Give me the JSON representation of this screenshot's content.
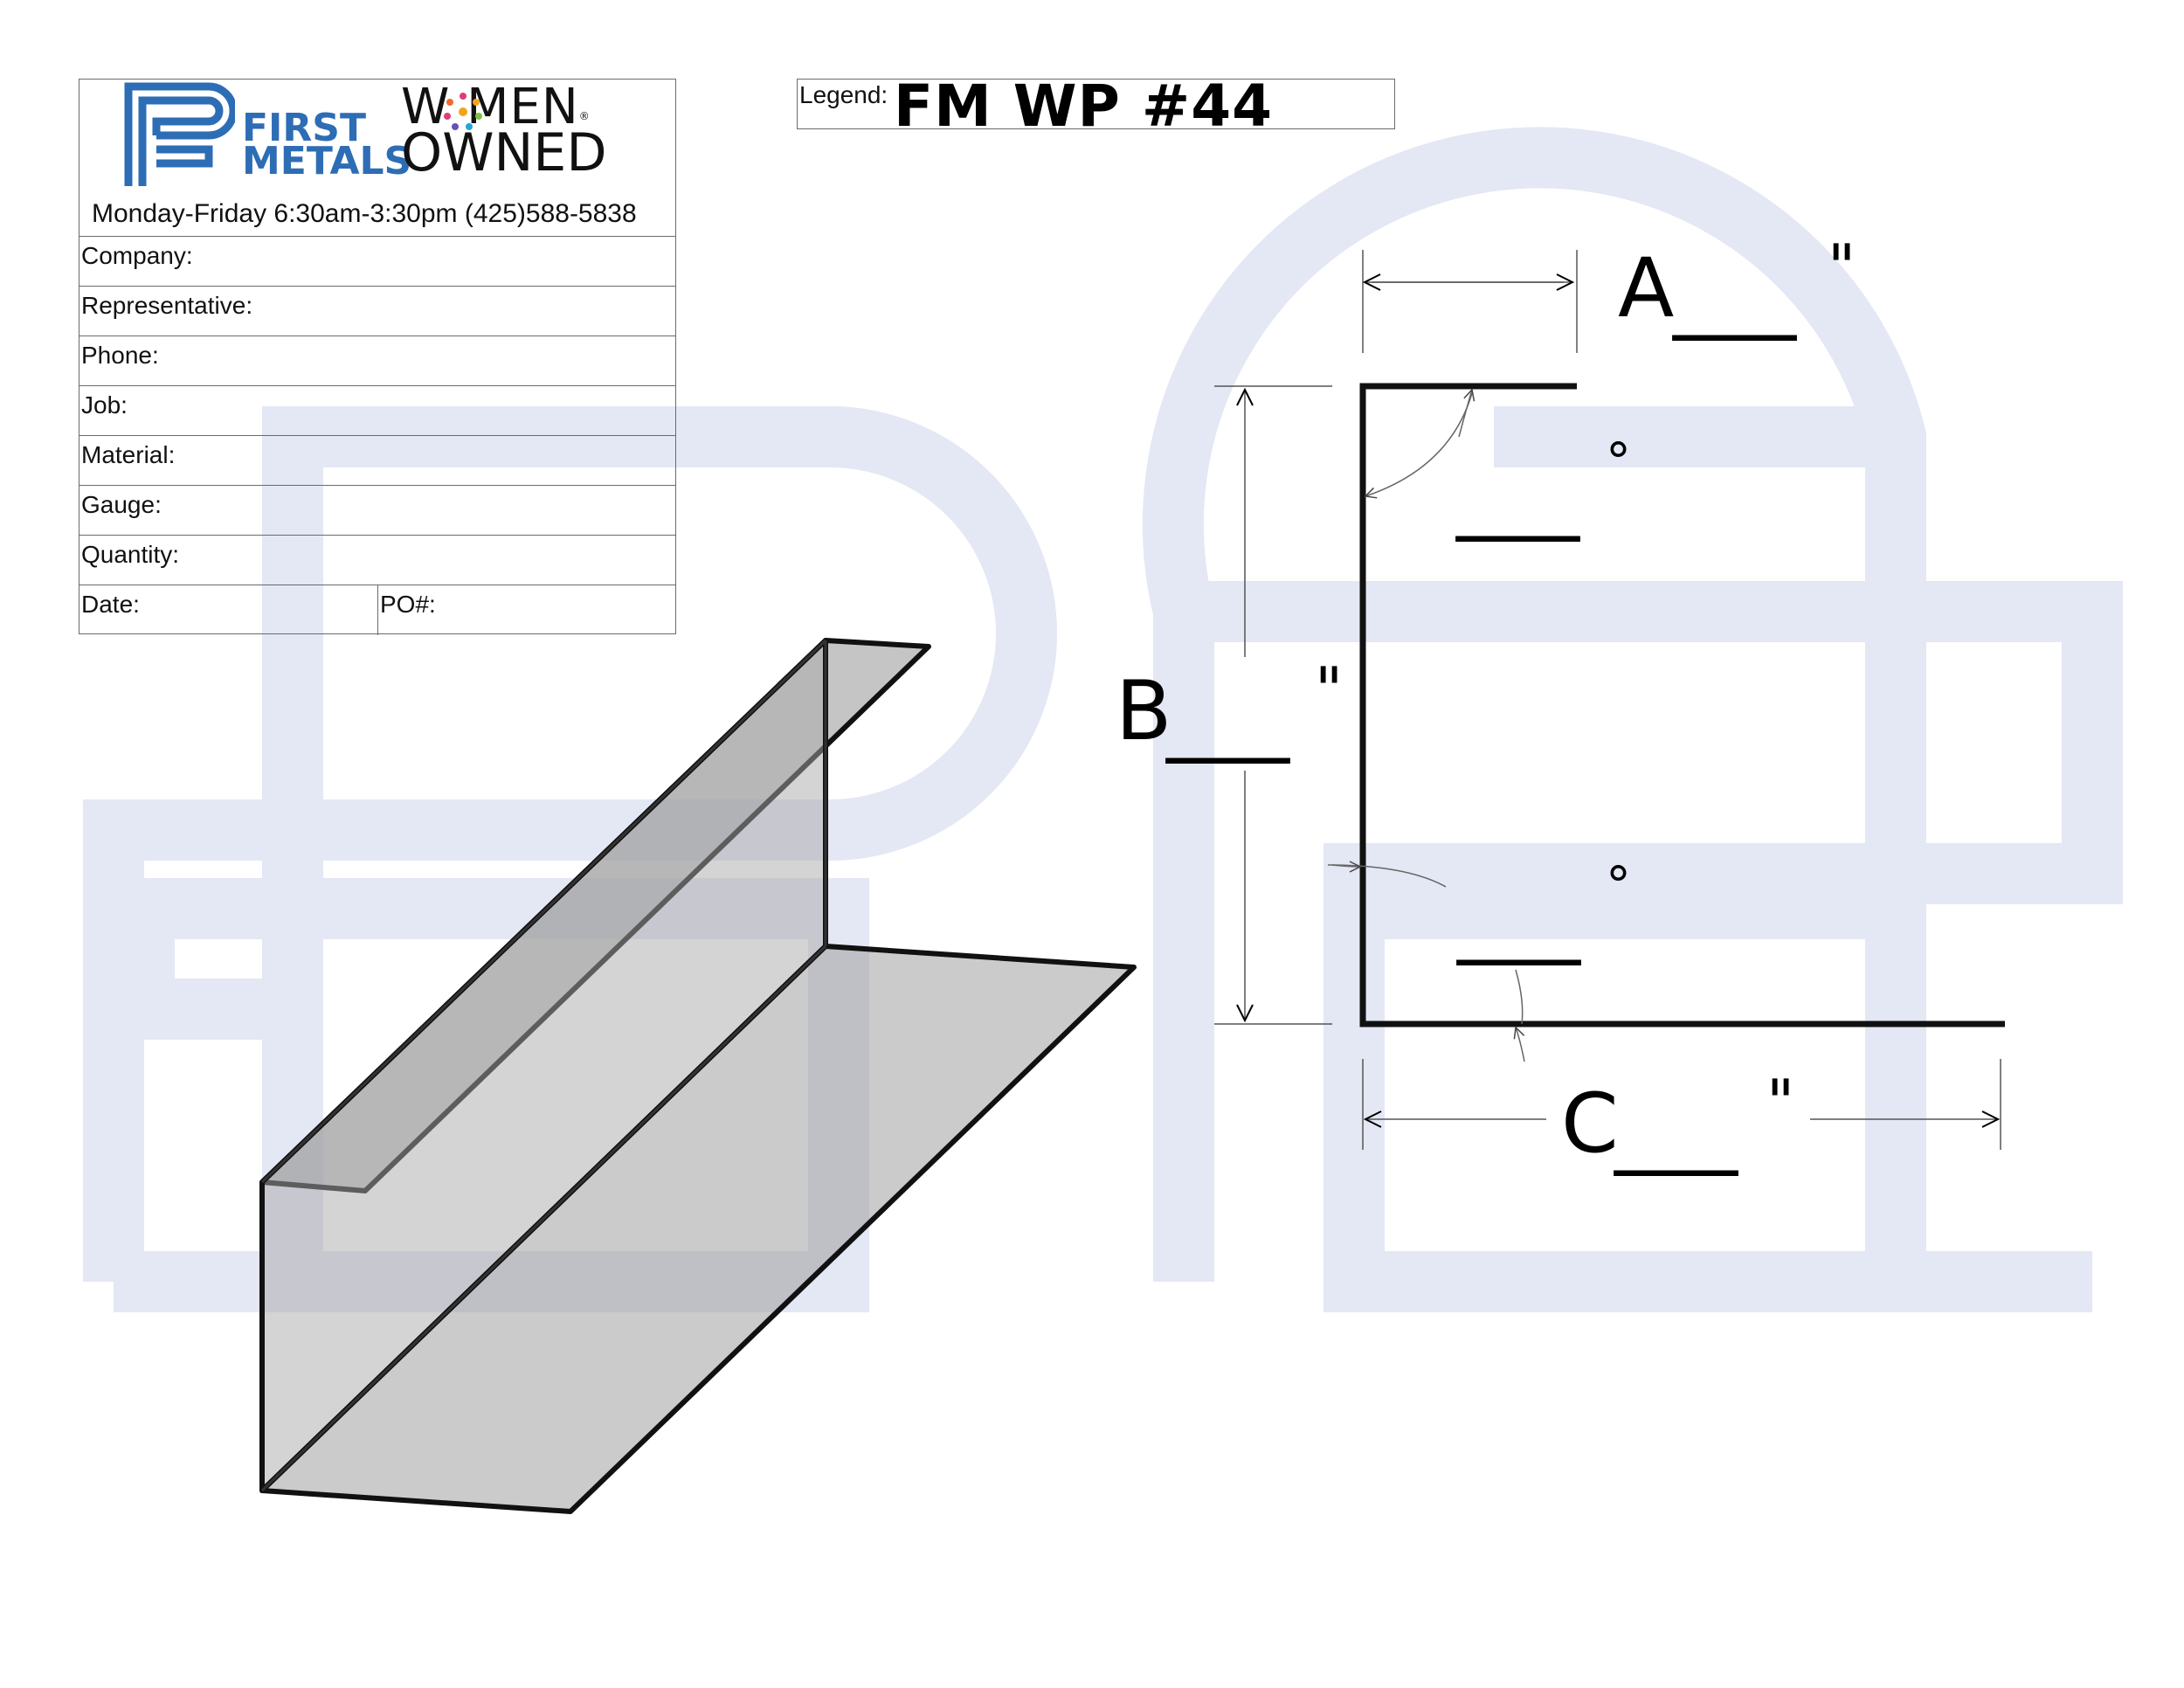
{
  "brand": {
    "first": "FIRST",
    "metals": "METALS",
    "women": "W MEN",
    "owned": "OWNED",
    "registered": "®",
    "hours": "Monday-Friday 6:30am-3:30pm (425)588-5838",
    "colors": {
      "brand_blue": "#2d6db5",
      "watermark": "#e4e7f4"
    }
  },
  "form": {
    "fields": [
      {
        "label": "Company:"
      },
      {
        "label": "Representative:"
      },
      {
        "label": "Phone:"
      },
      {
        "label": "Job:"
      },
      {
        "label": "Material:"
      },
      {
        "label": "Gauge:"
      },
      {
        "label": "Quantity:"
      }
    ],
    "date_label": "Date:",
    "po_label": "PO#:"
  },
  "legend": {
    "label": "Legend:",
    "value": "FM WP #44"
  },
  "dimensions": {
    "a": {
      "letter": "A",
      "blank": "___",
      "unit": "\""
    },
    "b": {
      "letter": "B",
      "blank": "___",
      "unit": "\""
    },
    "c": {
      "letter": "C",
      "blank": "___",
      "unit": "\""
    },
    "angle_top": {
      "blank": "___",
      "unit": "°"
    },
    "angle_bottom": {
      "blank": "___",
      "unit": "°"
    }
  }
}
